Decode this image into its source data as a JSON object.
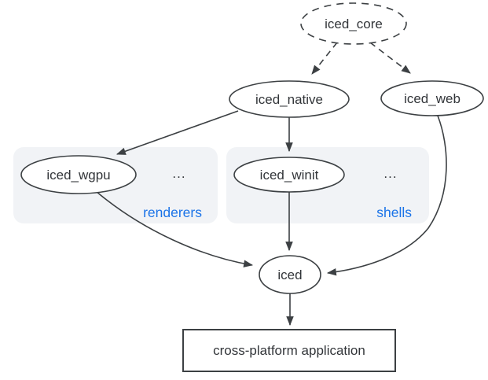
{
  "colors": {
    "stroke": "#3c4043",
    "text": "#323539",
    "accent_blue": "#1a73e8",
    "group_fill": "#f1f3f6",
    "node_fill": "#ffffff",
    "background": "#ffffff"
  },
  "nodes": {
    "iced_core": {
      "label": "iced_core",
      "shape": "ellipse",
      "border": "dashed"
    },
    "iced_native": {
      "label": "iced_native",
      "shape": "ellipse",
      "border": "solid"
    },
    "iced_web": {
      "label": "iced_web",
      "shape": "ellipse",
      "border": "solid"
    },
    "iced_wgpu": {
      "label": "iced_wgpu",
      "shape": "ellipse",
      "border": "solid"
    },
    "iced_winit": {
      "label": "iced_winit",
      "shape": "ellipse",
      "border": "solid"
    },
    "iced": {
      "label": "iced",
      "shape": "ellipse",
      "border": "solid"
    },
    "application": {
      "label": "cross-platform application",
      "shape": "rect",
      "border": "solid"
    }
  },
  "groups": {
    "renderers": {
      "label": "renderers",
      "ellipsis": "...",
      "contains": [
        "iced_wgpu"
      ]
    },
    "shells": {
      "label": "shells",
      "ellipsis": "...",
      "contains": [
        "iced_winit"
      ]
    }
  },
  "edges": [
    {
      "from": "iced_core",
      "to": "iced_native",
      "style": "dashed"
    },
    {
      "from": "iced_core",
      "to": "iced_web",
      "style": "dashed"
    },
    {
      "from": "iced_native",
      "to": "iced_wgpu",
      "style": "solid"
    },
    {
      "from": "iced_native",
      "to": "iced_winit",
      "style": "solid"
    },
    {
      "from": "iced_winit",
      "to": "iced",
      "style": "solid"
    },
    {
      "from": "iced_wgpu",
      "to": "iced",
      "style": "solid"
    },
    {
      "from": "iced_web",
      "to": "iced",
      "style": "solid"
    },
    {
      "from": "iced",
      "to": "application",
      "style": "solid"
    }
  ]
}
